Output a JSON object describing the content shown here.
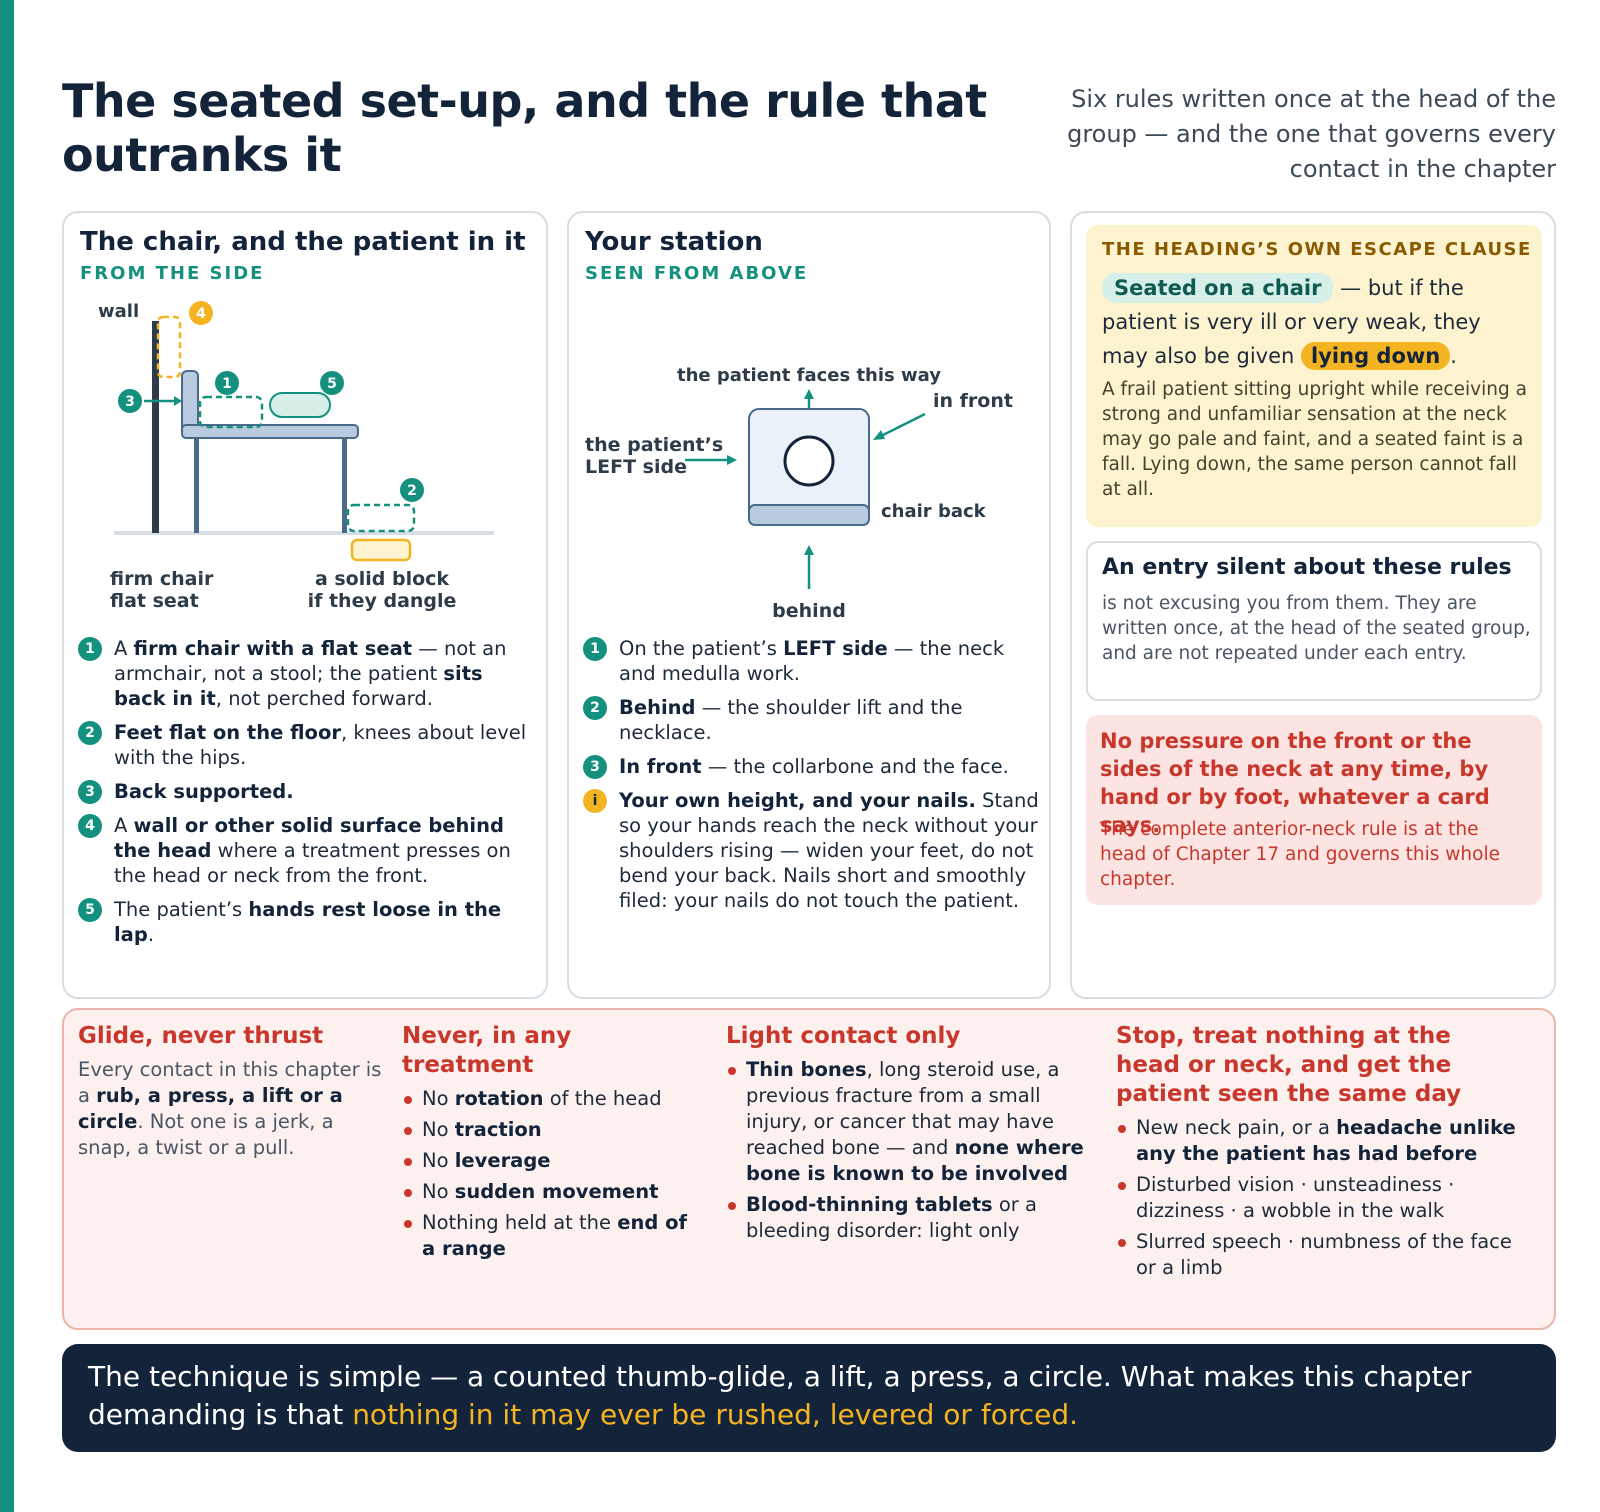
{
  "title": "The seated set-up, and the rule that outranks it",
  "subtitle": "Six rules written once at the head of the group — and the one that governs every contact in the chapter",
  "colors": {
    "teal": "#14917e",
    "amber": "#f4b321",
    "red": "#c9372c",
    "navy": "#13243a"
  },
  "chair_card": {
    "title": "The chair, and the patient in it",
    "kicker": "FROM THE SIDE",
    "diagram": {
      "wall": "wall",
      "firm_chair_1": "firm chair",
      "firm_chair_2": "flat seat",
      "block_1": "a solid block",
      "block_2": "if they dangle",
      "markers": [
        "1",
        "2",
        "3",
        "4",
        "5"
      ]
    },
    "steps": [
      {
        "num": "1",
        "parts": [
          [
            "",
            "A "
          ],
          [
            "b",
            "firm chair with a flat seat"
          ],
          [
            "",
            " — not an armchair, not a stool; the patient "
          ],
          [
            "b",
            "sits back in it"
          ],
          [
            "",
            ", not perched forward."
          ]
        ]
      },
      {
        "num": "2",
        "parts": [
          [
            "b",
            "Feet flat on the floor"
          ],
          [
            "",
            ", knees about level with the hips."
          ]
        ]
      },
      {
        "num": "3",
        "parts": [
          [
            "b",
            "Back supported."
          ]
        ]
      },
      {
        "num": "4",
        "parts": [
          [
            "",
            "A "
          ],
          [
            "b",
            "wall or other solid surface behind the head"
          ],
          [
            "",
            " where a treatment presses on the head or neck from the front."
          ]
        ]
      },
      {
        "num": "5",
        "parts": [
          [
            "",
            "The patient’s "
          ],
          [
            "b",
            "hands rest loose in the lap"
          ],
          [
            "",
            "."
          ]
        ]
      }
    ]
  },
  "station_card": {
    "title": "Your station",
    "kicker": "SEEN FROM ABOVE",
    "diagram": {
      "faces": "the patient faces this way",
      "in_front": "in front",
      "left_1": "the patient’s",
      "left_2": "LEFT side",
      "chair_back": "chair back",
      "behind": "behind"
    },
    "steps": [
      {
        "num": "1",
        "info": false,
        "parts": [
          [
            "",
            "On the patient’s "
          ],
          [
            "b",
            "LEFT side"
          ],
          [
            "",
            " — the neck and medulla work."
          ]
        ]
      },
      {
        "num": "2",
        "info": false,
        "parts": [
          [
            "b",
            "Behind"
          ],
          [
            "",
            " — the shoulder lift and the necklace."
          ]
        ]
      },
      {
        "num": "3",
        "info": false,
        "parts": [
          [
            "b",
            "In front"
          ],
          [
            "",
            " — the collarbone and the face."
          ]
        ]
      },
      {
        "num": "i",
        "info": true,
        "parts": [
          [
            "b",
            "Your own height, and your nails."
          ],
          [
            "",
            " Stand so your hands reach the neck without your shoulders rising — widen your feet, do not bend your back. Nails short and smoothly filed: your nails do not touch the patient."
          ]
        ]
      }
    ]
  },
  "rules_card": {
    "escape": {
      "kicker": "THE HEADING’S OWN ESCAPE CLAUSE",
      "pill_seated": "Seated on a chair",
      "lead_mid": " — but if the patient is very ill or very weak, they may also be given ",
      "pill_lying": "lying down",
      "lead_end": ".",
      "body": "A frail patient sitting upright while receiving a strong and unfamiliar sensation at the neck may go pale and faint, and a seated faint is a fall. Lying down, the same person cannot fall at all."
    },
    "silent": {
      "title": "An entry silent about these rules",
      "body": "is not excusing you from them. They are written once, at the head of the seated group, and are not repeated under each entry."
    },
    "no_pressure": {
      "title": "No pressure on the front or the sides of the neck at any time, by hand or by foot, whatever a card says.",
      "body": "The complete anterior-neck rule is at the head of Chapter 17 and governs this whole chapter."
    }
  },
  "warnings": {
    "glide": {
      "title": "Glide, never thrust",
      "parts": [
        [
          "",
          "Every contact in this chapter is a "
        ],
        [
          "b",
          "rub, a press, a lift or a circle"
        ],
        [
          "",
          ". Not one is a jerk, a snap, a twist or a pull."
        ]
      ]
    },
    "never": {
      "title": "Never, in any treatment",
      "items": [
        [
          [
            "",
            "No "
          ],
          [
            "b",
            "rotation"
          ],
          [
            "",
            " of the head"
          ]
        ],
        [
          [
            "",
            "No "
          ],
          [
            "b",
            "traction"
          ]
        ],
        [
          [
            "",
            "No "
          ],
          [
            "b",
            "leverage"
          ]
        ],
        [
          [
            "",
            "No "
          ],
          [
            "b",
            "sudden movement"
          ]
        ],
        [
          [
            "",
            "Nothing held at the "
          ],
          [
            "b",
            "end of a range"
          ]
        ]
      ]
    },
    "light": {
      "title": "Light contact only",
      "items": [
        [
          [
            "b",
            "Thin bones"
          ],
          [
            "",
            ", long steroid use, a previous fracture from a small injury, or cancer that may have reached bone — and "
          ],
          [
            "b",
            "none where bone is known to be involved"
          ]
        ],
        [
          [
            "b",
            "Blood-thinning tablets"
          ],
          [
            "",
            " or a bleeding disorder: light only"
          ]
        ]
      ]
    },
    "stop": {
      "title": "Stop, treat nothing at the head or neck, and get the patient seen the same day",
      "items": [
        [
          [
            "",
            "New neck pain, or a "
          ],
          [
            "b",
            "headache unlike any the patient has had before"
          ]
        ],
        [
          [
            "",
            "Disturbed vision · unsteadiness · dizziness · a wobble in the walk"
          ]
        ],
        [
          [
            "",
            "Slurred speech · numbness of the face or a limb"
          ]
        ]
      ]
    }
  },
  "footer": {
    "lead": "The technique is simple — a counted thumb-glide, a lift, a press, a circle. What makes this chapter demanding is that ",
    "highlight": "nothing in it may ever be rushed, levered or forced."
  }
}
